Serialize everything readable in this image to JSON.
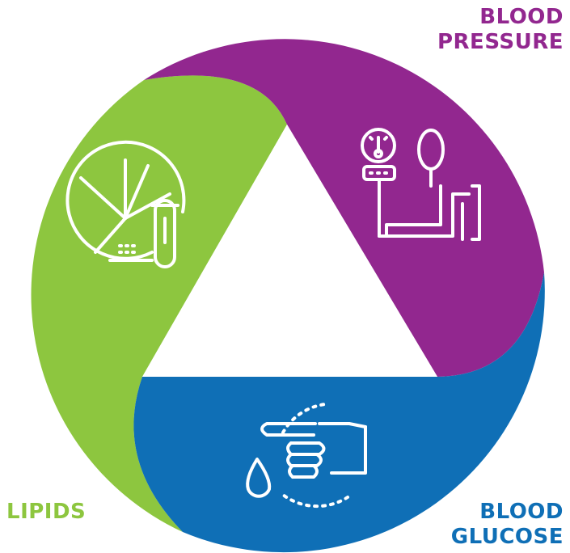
{
  "segments": [
    {
      "id": "blood-pressure",
      "label_lines": [
        "BLOOD",
        "PRESSURE"
      ],
      "color": "#92278f",
      "icon": "blood-pressure-gauge-icon"
    },
    {
      "id": "blood-glucose",
      "label_lines": [
        "BLOOD",
        "GLUCOSE"
      ],
      "color": "#0f6fb6",
      "icon": "finger-prick-blood-drop-icon"
    },
    {
      "id": "lipids",
      "label_lines": [
        "LIPIDS"
      ],
      "color": "#8dc63f",
      "icon": "pie-chart-test-tube-icon"
    }
  ],
  "center_color": "#ffffff",
  "icon_color": "#ffffff"
}
